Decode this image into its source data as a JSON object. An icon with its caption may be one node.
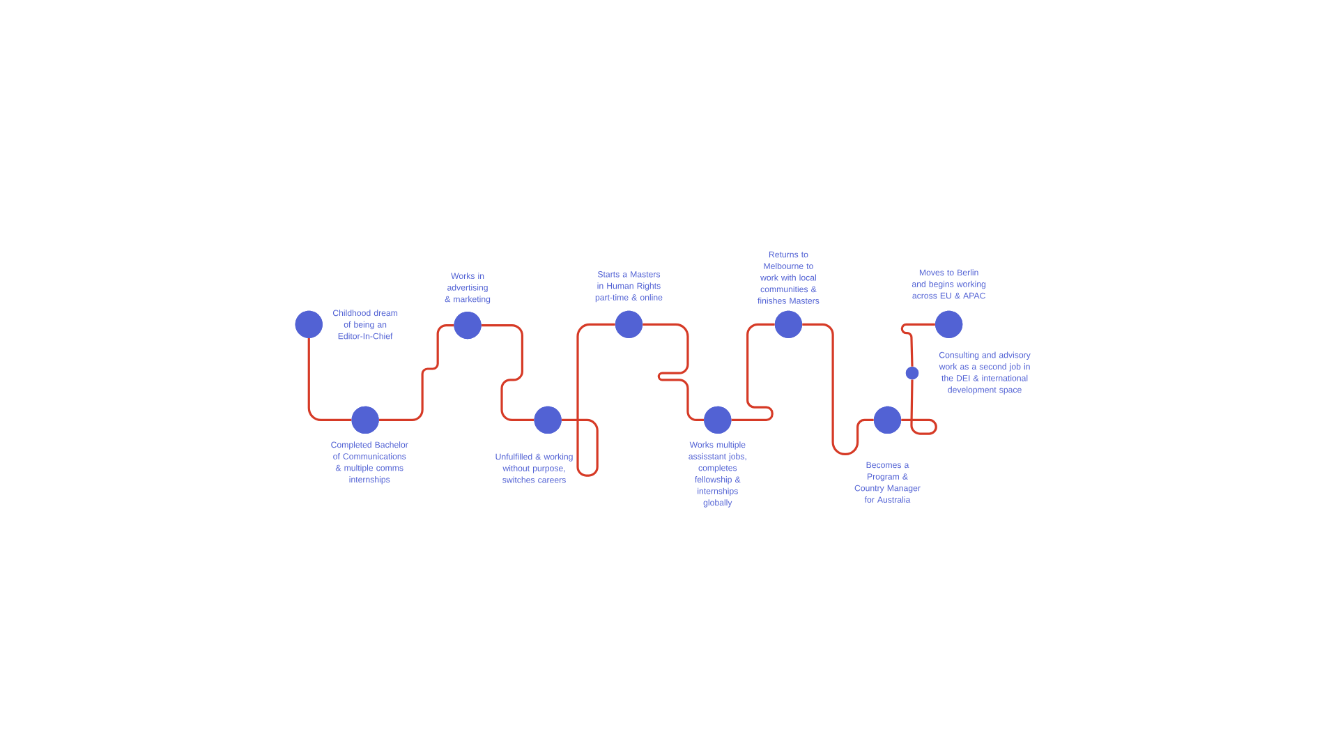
{
  "diagram": {
    "nodes": [
      {
        "text": [],
        "shape": "circle",
        "beside": [
          "Childhood dream of being an Editor-In-Chief"
        ]
      },
      {
        "text": [],
        "shape": "circle",
        "beside": [
          "Completed Bachelor of Communications & multiple comms internships"
        ]
      },
      {
        "text": [],
        "shape": "circle",
        "beside": [
          "Works in advertising & marketing"
        ]
      },
      {
        "text": [],
        "shape": "circle",
        "beside": [
          "Unfulfilled & working without purpose, switches careers"
        ]
      },
      {
        "text": [],
        "shape": "circle",
        "beside": [
          "Starts a Masters in Human Rights part-time & online"
        ]
      },
      {
        "text": [],
        "shape": "circle",
        "beside": [
          "Works multiple assisstant jobs, completes fellowship & internships globally"
        ]
      },
      {
        "text": [],
        "shape": "circle",
        "beside": [
          "Returns to Melbourne to work with local communities & finishes Masters"
        ]
      },
      {
        "text": [],
        "shape": "circle",
        "beside": [
          "Becomes a Program & Country Manager for Australia"
        ]
      },
      {
        "text": [],
        "shape": "circle",
        "beside": [
          "Consulting and advisory work as a second job in the DEI & international development space"
        ]
      },
      {
        "text": [],
        "shape": "circle",
        "beside": [
          "Moves to Berlin and begins working across EU & APAC"
        ]
      }
    ],
    "edges": [
      {
        "from": 0,
        "to": 1,
        "arrow": "none"
      },
      {
        "from": 1,
        "to": 2,
        "arrow": "none"
      },
      {
        "from": 2,
        "to": 3,
        "arrow": "none"
      },
      {
        "from": 3,
        "to": 4,
        "arrow": "none"
      },
      {
        "from": 4,
        "to": 5,
        "arrow": "none"
      },
      {
        "from": 5,
        "to": 6,
        "arrow": "none"
      },
      {
        "from": 6,
        "to": 7,
        "arrow": "none"
      },
      {
        "from": 7,
        "to": 8,
        "arrow": "none"
      },
      {
        "from": 8,
        "to": 9,
        "arrow": "none"
      }
    ]
  }
}
